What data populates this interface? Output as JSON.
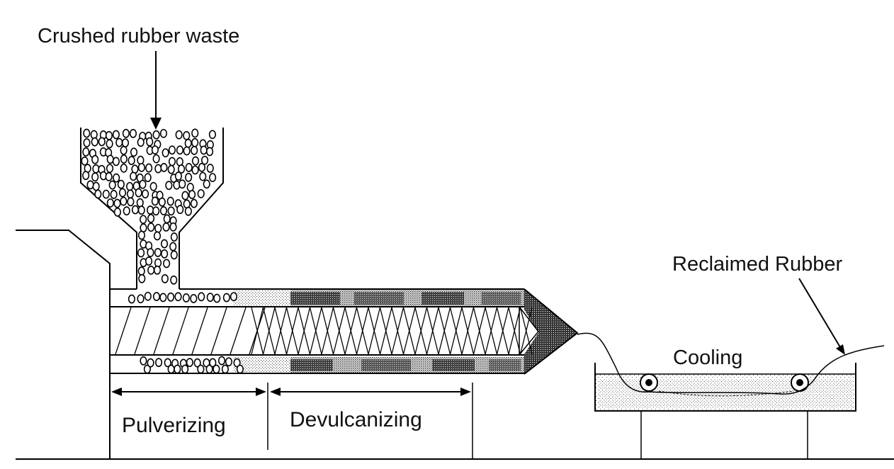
{
  "diagram": {
    "labels": {
      "input": "Crushed rubber waste",
      "output": "Reclaimed Rubber",
      "cooling": "Cooling",
      "stage_1": "Pulverizing",
      "stage_2": "Devulcanizing"
    },
    "colors": {
      "line": "#000000",
      "pellet_fill": "#ffffff",
      "texture": "#222222",
      "background": "#ffffff"
    }
  }
}
